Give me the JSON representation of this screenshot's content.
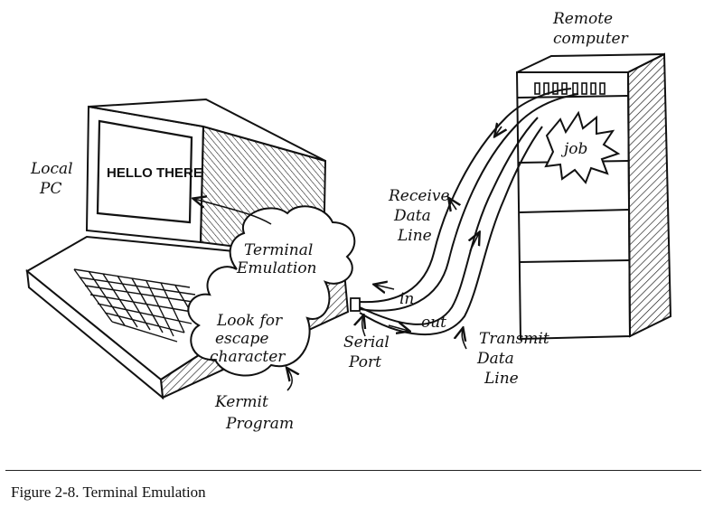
{
  "labels": {
    "remote_computer_l1": "Remote",
    "remote_computer_l2": "computer",
    "job": "job",
    "local_pc_l1": "Local",
    "local_pc_l2": "PC",
    "screen_text": "HELLO THERE",
    "terminal_emulation_l1": "Terminal",
    "terminal_emulation_l2": "Emulation",
    "look_for_l1": "Look for",
    "look_for_l2": "escape",
    "look_for_l3": "character",
    "kermit_l1": "Kermit",
    "kermit_l2": "Program",
    "receive_l1": "Receive",
    "receive_l2": "Data",
    "receive_l3": "Line",
    "transmit_l1": "Transmit",
    "transmit_l2": "Data",
    "transmit_l3": "Line",
    "in": "in",
    "out": "out",
    "serial_l1": "Serial",
    "serial_l2": "Port"
  },
  "caption": "Figure 2-8.  Terminal Emulation"
}
